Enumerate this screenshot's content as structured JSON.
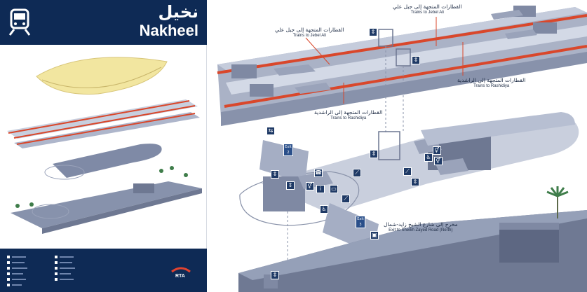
{
  "station": {
    "name_ar": "نخيل",
    "name_en": "Nakheel"
  },
  "labels": {
    "jebel_ali_top": {
      "ar": "القطارات المتجهة إلى جبل علي",
      "en": "Trains to Jebel Ali"
    },
    "jebel_ali_left": {
      "ar": "القطارات المتجهة إلى جبل علي",
      "en": "Trains to Jebel Ali"
    },
    "rashidiya_right": {
      "ar": "القطارات المتجهة إلى الراشدية",
      "en": "Trains to Rashidiya"
    },
    "rashidiya_mid": {
      "ar": "القطارات المتجهة إلى الراشدية",
      "en": "Trains to Rashidiya"
    },
    "exit_north": {
      "ar": "مخرج إلى شارع الشيخ زايد-شمال",
      "en": "Exit to Sheikh Zayed Road (North)"
    },
    "exit_2": "Exit 2",
    "exit_3": "Exit 3"
  },
  "brand": {
    "logo_text": "RTA"
  },
  "colors": {
    "navy": "#0e2a55",
    "rail_red": "#d9472b",
    "structure": "#8d96ad",
    "roof_yellow": "#f2e6a0"
  },
  "icons": [
    "train-icon",
    "lift-icon",
    "escalator-icon",
    "phone-icon",
    "info-icon",
    "toilet-icon",
    "accessible-icon",
    "bus-icon",
    "ticket-icon"
  ]
}
